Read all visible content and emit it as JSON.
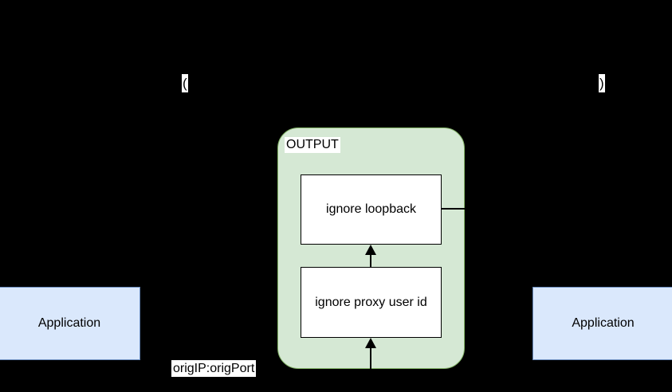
{
  "diagram": {
    "background_color": "#000000",
    "containers": [
      {
        "name": "output-group",
        "label": "OUTPUT",
        "fill": "#d5e8d4",
        "stroke": "#82b366"
      }
    ],
    "process_boxes": [
      {
        "name": "ignore-loopback",
        "label": "ignore loopback",
        "fill": "#ffffff",
        "stroke": "#000000"
      },
      {
        "name": "ignore-proxy-user-id",
        "label": "ignore proxy user id",
        "fill": "#ffffff",
        "stroke": "#000000"
      }
    ],
    "app_boxes": [
      {
        "name": "application-left",
        "label": "Application",
        "fill": "#dae8fc",
        "stroke": "#6c8ebf"
      },
      {
        "name": "application-right",
        "label": "Application",
        "fill": "#dae8fc",
        "stroke": "#6c8ebf"
      }
    ],
    "edge_labels": [
      {
        "name": "orig-address",
        "text": "origIP:origPort"
      },
      {
        "name": "paren-open-fragment",
        "text": "("
      },
      {
        "name": "paren-close-fragment",
        "text": ")"
      }
    ]
  }
}
